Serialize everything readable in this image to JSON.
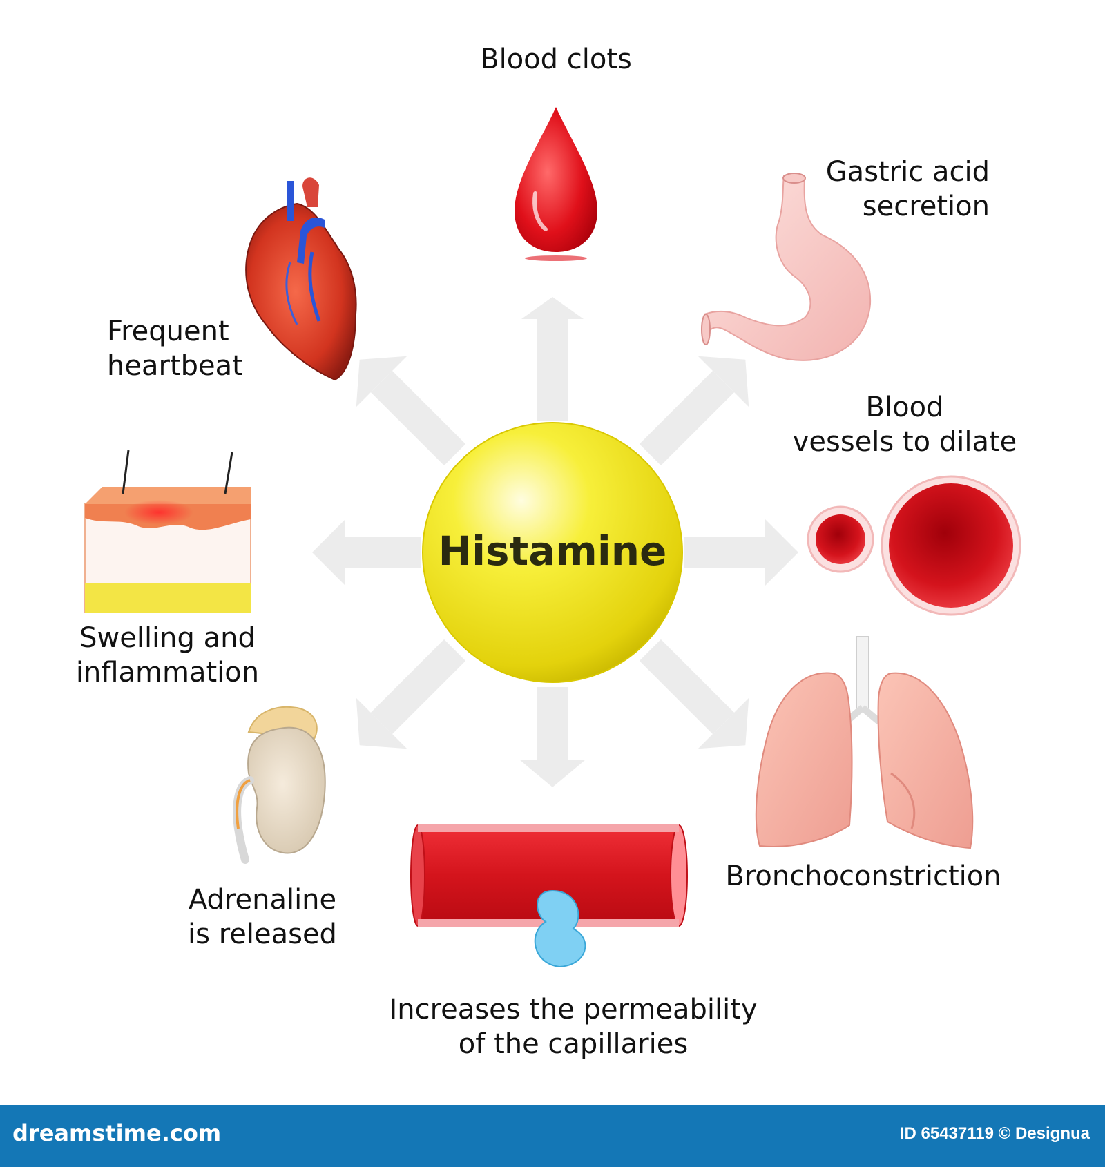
{
  "center": {
    "label": "Histamine"
  },
  "effects": {
    "blood_clots": "Blood clots",
    "gastric": [
      "Gastric acid",
      "secretion"
    ],
    "vessels": [
      "Blood",
      "vessels to dilate"
    ],
    "broncho": "Bronchoconstriction",
    "permeability": [
      "Increases the permeability",
      "of the capillaries"
    ],
    "adrenaline": [
      "Adrenaline",
      "is released"
    ],
    "swelling": [
      "Swelling and",
      "inflammation"
    ],
    "heartbeat": [
      "Frequent",
      "heartbeat"
    ]
  },
  "footer": {
    "site": "dreamstime.com",
    "credit": "ID 65437119 © Designua"
  },
  "colors": {
    "center_fill": "#f2ea22",
    "blood_red": "#d7141e",
    "arrow_gray": "#ececec",
    "footer_bg": "#1477b6"
  },
  "icons": [
    "blood-drop-icon",
    "stomach-icon",
    "blood-vessel-cross-section-icon",
    "lungs-icon",
    "capillary-icon",
    "kidney-adrenal-icon",
    "skin-section-icon",
    "heart-icon"
  ]
}
